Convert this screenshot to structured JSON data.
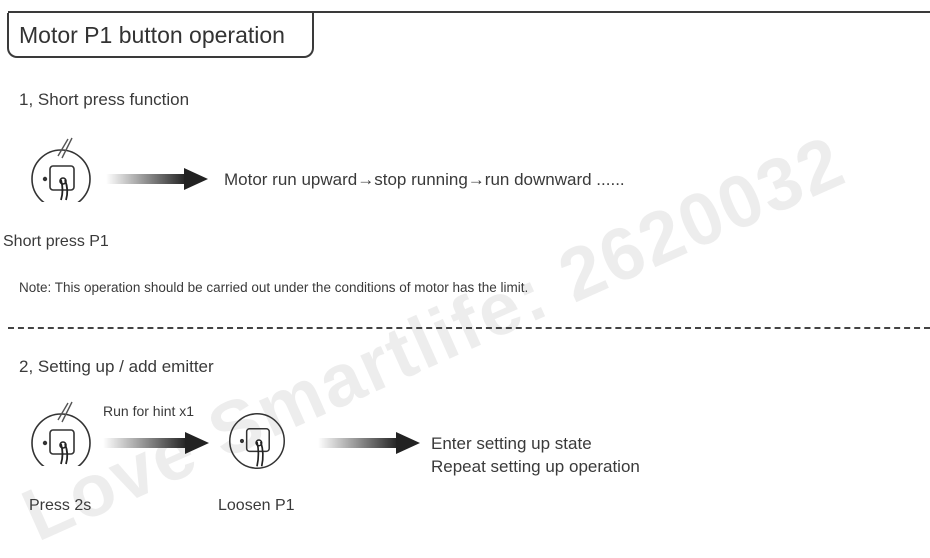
{
  "title": "Motor P1 button operation",
  "section1": {
    "heading": "1, Short press function",
    "result": "Motor run upward→stop running→run downward ......",
    "caption": "Short press P1",
    "note": "Note: This operation should be carried out under the conditions of motor has the limit."
  },
  "section2": {
    "heading": "2, Setting up / add emitter",
    "hint": "Run for hint x1",
    "caption_press": "Press 2s",
    "caption_loosen": "Loosen P1",
    "result_line1": "Enter setting up state",
    "result_line2": "Repeat setting up operation"
  },
  "watermark": "Love Smartlife: 2620032",
  "icons": {
    "button_press": "finger-press-button-icon",
    "button_release": "finger-release-button-icon",
    "arrow": "right-arrow-icon"
  },
  "colors": {
    "text": "#3a3a3a",
    "arrow_dark": "#222222",
    "arrow_light": "#ffffff"
  }
}
